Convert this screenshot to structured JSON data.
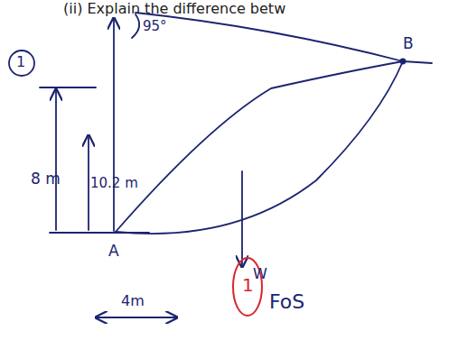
{
  "diagram": {
    "labels": [
      "(ii) Explain the difference betw",
      "1",
      "95°",
      "B",
      "8 m",
      "10.2 m",
      "A",
      "W",
      "1",
      "FoS",
      "4m"
    ]
  }
}
